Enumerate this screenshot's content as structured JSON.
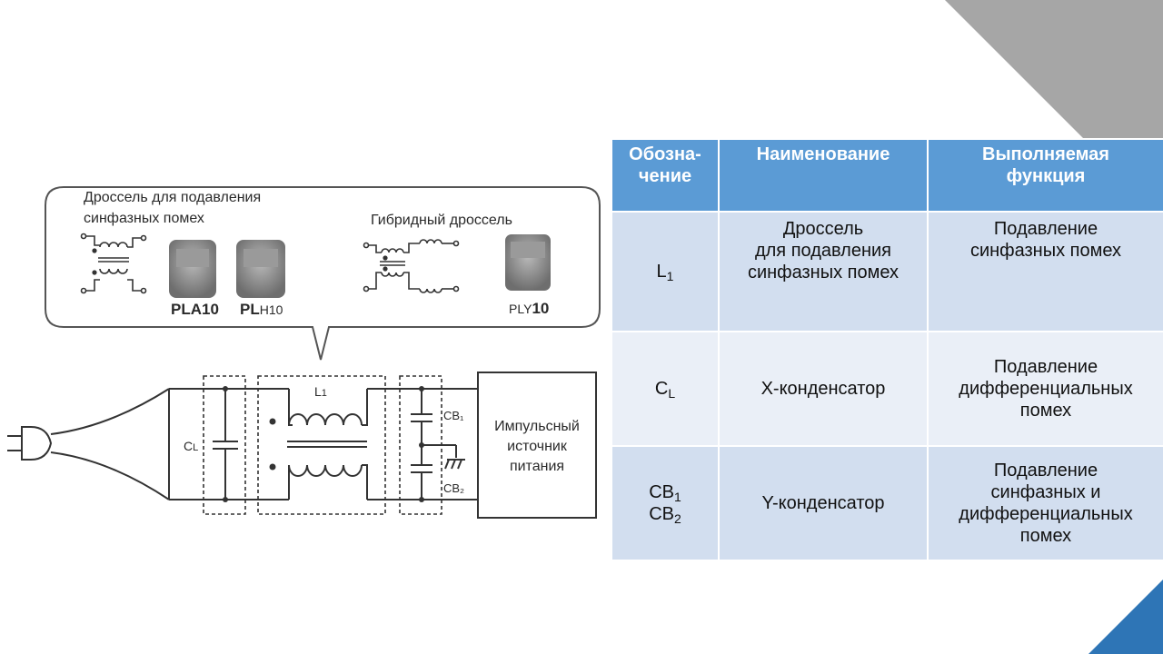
{
  "diagram": {
    "callout_choke_line1": "Дроссель для подавления",
    "callout_choke_line2": "синфазных помех",
    "callout_hybrid": "Гибридный дроссель",
    "part_pla10": "PLA10",
    "part_plh_prefix": "PL",
    "part_plh_suffix": "H10",
    "part_ply_prefix": "PLY",
    "part_ply_suffix": "10",
    "label_cl_main": "C",
    "label_cl_sub": "L",
    "label_l1_main": "L",
    "label_l1_sub": "1",
    "label_cb1": "CB₁",
    "label_cb2": "CB₂",
    "psu_line1": "Импульсный",
    "psu_line2": "источник",
    "psu_line3": "питания"
  },
  "table": {
    "headers": {
      "col1_line1": "Обозна-",
      "col1_line2": "чение",
      "col2": "Наименование",
      "col3_line1": "Выполняемая",
      "col3_line2": "функция"
    },
    "rows": [
      {
        "symbol_main": "L",
        "symbol_sub": "1",
        "name_line1": "Дроссель",
        "name_line2": "для подавления",
        "name_line3": "синфазных помех",
        "function_line1": "Подавление",
        "function_line2": "синфазных помех"
      },
      {
        "symbol_main": "C",
        "symbol_sub": "L",
        "name_line1": "Х-конденсатор",
        "function_line1": "Подавление",
        "function_line2": "дифференциальных",
        "function_line3": "помех"
      },
      {
        "symbol1_main": "CB",
        "symbol1_sub": "1",
        "symbol2_main": "CB",
        "symbol2_sub": "2",
        "name_line1": "Y-конденсатор",
        "function_line1": "Подавление",
        "function_line2": "синфазных и",
        "function_line3": "дифференциальных",
        "function_line4": "помех"
      }
    ]
  },
  "colors": {
    "header_blue": "#5b9bd5",
    "row_light_blue": "#d2deef",
    "row_pale_blue": "#eaeff7",
    "corner_gray": "#a6a6a6",
    "corner_blue": "#2e75b6"
  }
}
